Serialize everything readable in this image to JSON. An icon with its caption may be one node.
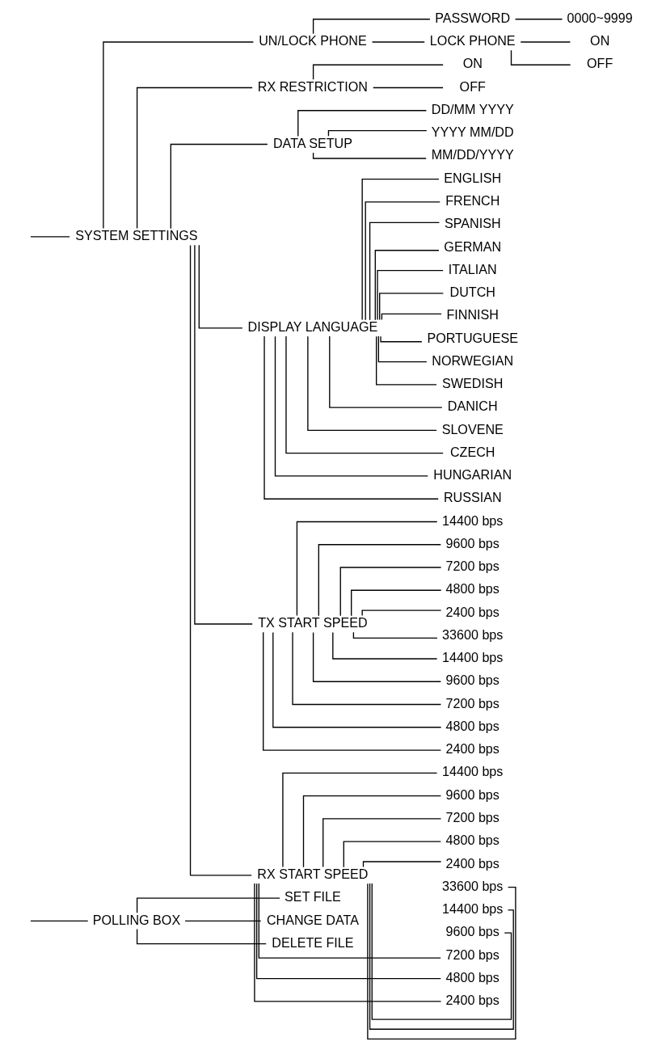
{
  "diagram": {
    "nodes": [
      {
        "text": [
          "POLLING BOX"
        ]
      },
      {
        "text": [
          "SET FILE"
        ]
      },
      {
        "text": [
          "CHANGE DATA"
        ]
      },
      {
        "text": [
          "DELETE FILE"
        ]
      },
      {
        "text": [
          "SYSTEM SETTINGS"
        ]
      },
      {
        "text": [
          "UN/LOCK PHONE"
        ]
      },
      {
        "text": [
          "PASSWORD"
        ]
      },
      {
        "text": [
          "0000~9999"
        ]
      },
      {
        "text": [
          "LOCK PHONE"
        ]
      },
      {
        "text": [
          "ON"
        ]
      },
      {
        "text": [
          "OFF"
        ]
      },
      {
        "text": [
          "RX RESTRICTION"
        ]
      },
      {
        "text": [
          "ON"
        ]
      },
      {
        "text": [
          "OFF"
        ]
      },
      {
        "text": [
          "DATA SETUP"
        ]
      },
      {
        "text": [
          "DD/MM YYYY"
        ]
      },
      {
        "text": [
          "YYYY MM/DD"
        ]
      },
      {
        "text": [
          "MM/DD/YYYY"
        ]
      },
      {
        "text": [
          "DISPLAY LANGUAGE"
        ]
      },
      {
        "text": [
          "ENGLISH"
        ]
      },
      {
        "text": [
          "FRENCH"
        ]
      },
      {
        "text": [
          "SPANISH"
        ]
      },
      {
        "text": [
          "GERMAN"
        ]
      },
      {
        "text": [
          "ITALIAN"
        ]
      },
      {
        "text": [
          "DUTCH"
        ]
      },
      {
        "text": [
          "FINNISH"
        ]
      },
      {
        "text": [
          "PORTUGUESE"
        ]
      },
      {
        "text": [
          "NORWEGIAN"
        ]
      },
      {
        "text": [
          "SWEDISH"
        ]
      },
      {
        "text": [
          "DANICH"
        ]
      },
      {
        "text": [
          "SLOVENE"
        ]
      },
      {
        "text": [
          "CZECH"
        ]
      },
      {
        "text": [
          "HUNGARIAN"
        ]
      },
      {
        "text": [
          "RUSSIAN"
        ]
      },
      {
        "text": [
          "TX START SPEED"
        ]
      },
      {
        "text": [
          "14400 bps"
        ]
      },
      {
        "text": [
          "9600 bps"
        ]
      },
      {
        "text": [
          "7200 bps"
        ]
      },
      {
        "text": [
          "4800 bps"
        ]
      },
      {
        "text": [
          "2400 bps"
        ]
      },
      {
        "text": [
          "33600 bps"
        ]
      },
      {
        "text": [
          "14400 bps"
        ]
      },
      {
        "text": [
          "9600 bps"
        ]
      },
      {
        "text": [
          "7200 bps"
        ]
      },
      {
        "text": [
          "4800 bps"
        ]
      },
      {
        "text": [
          "2400 bps"
        ]
      },
      {
        "text": [
          "RX START SPEED"
        ]
      },
      {
        "text": [
          "14400 bps"
        ]
      },
      {
        "text": [
          "9600 bps"
        ]
      },
      {
        "text": [
          "7200 bps"
        ]
      },
      {
        "text": [
          "4800 bps"
        ]
      },
      {
        "text": [
          "2400 bps"
        ]
      },
      {
        "text": [
          "33600 bps"
        ]
      },
      {
        "text": [
          "14400 bps"
        ]
      },
      {
        "text": [
          "9600 bps"
        ]
      },
      {
        "text": [
          "7200 bps"
        ]
      },
      {
        "text": [
          "4800 bps"
        ]
      },
      {
        "text": [
          "2400 bps"
        ]
      }
    ],
    "edges": [
      {
        "from": null,
        "to": 0,
        "arrow": "none"
      },
      {
        "from": 0,
        "to": 1,
        "arrow": "none"
      },
      {
        "from": 0,
        "to": 2,
        "arrow": "none"
      },
      {
        "from": 0,
        "to": 3,
        "arrow": "none"
      },
      {
        "from": null,
        "to": 4,
        "arrow": "none"
      },
      {
        "from": 4,
        "to": 5,
        "arrow": "none"
      },
      {
        "from": 5,
        "to": 6,
        "arrow": "none"
      },
      {
        "from": 6,
        "to": 7,
        "arrow": "none"
      },
      {
        "from": 5,
        "to": 8,
        "arrow": "none"
      },
      {
        "from": 8,
        "to": 9,
        "arrow": "none"
      },
      {
        "from": 8,
        "to": 10,
        "arrow": "none"
      },
      {
        "from": 4,
        "to": 11,
        "arrow": "none"
      },
      {
        "from": 11,
        "to": 12,
        "arrow": "none"
      },
      {
        "from": 11,
        "to": 13,
        "arrow": "none"
      },
      {
        "from": 4,
        "to": 14,
        "arrow": "none"
      },
      {
        "from": 14,
        "to": 15,
        "arrow": "none"
      },
      {
        "from": 14,
        "to": 16,
        "arrow": "none"
      },
      {
        "from": 14,
        "to": 17,
        "arrow": "none"
      },
      {
        "from": 4,
        "to": 18,
        "arrow": "none"
      },
      {
        "from": 18,
        "to": 19,
        "arrow": "none"
      },
      {
        "from": 18,
        "to": 20,
        "arrow": "none"
      },
      {
        "from": 18,
        "to": 21,
        "arrow": "none"
      },
      {
        "from": 18,
        "to": 22,
        "arrow": "none"
      },
      {
        "from": 18,
        "to": 23,
        "arrow": "none"
      },
      {
        "from": 18,
        "to": 24,
        "arrow": "none"
      },
      {
        "from": 18,
        "to": 25,
        "arrow": "none"
      },
      {
        "from": 18,
        "to": 26,
        "arrow": "none"
      },
      {
        "from": 18,
        "to": 27,
        "arrow": "none"
      },
      {
        "from": 18,
        "to": 28,
        "arrow": "none"
      },
      {
        "from": 18,
        "to": 29,
        "arrow": "none"
      },
      {
        "from": 18,
        "to": 30,
        "arrow": "none"
      },
      {
        "from": 18,
        "to": 31,
        "arrow": "none"
      },
      {
        "from": 18,
        "to": 32,
        "arrow": "none"
      },
      {
        "from": 18,
        "to": 33,
        "arrow": "none"
      },
      {
        "from": 4,
        "to": 34,
        "arrow": "none"
      },
      {
        "from": 34,
        "to": 35,
        "arrow": "none"
      },
      {
        "from": 34,
        "to": 36,
        "arrow": "none"
      },
      {
        "from": 34,
        "to": 37,
        "arrow": "none"
      },
      {
        "from": 34,
        "to": 38,
        "arrow": "none"
      },
      {
        "from": 34,
        "to": 39,
        "arrow": "none"
      },
      {
        "from": 34,
        "to": 40,
        "arrow": "none"
      },
      {
        "from": 34,
        "to": 41,
        "arrow": "none"
      },
      {
        "from": 34,
        "to": 42,
        "arrow": "none"
      },
      {
        "from": 34,
        "to": 43,
        "arrow": "none"
      },
      {
        "from": 34,
        "to": 44,
        "arrow": "none"
      },
      {
        "from": 34,
        "to": 45,
        "arrow": "none"
      },
      {
        "from": 4,
        "to": 46,
        "arrow": "none"
      },
      {
        "from": 46,
        "to": 47,
        "arrow": "none"
      },
      {
        "from": 46,
        "to": 48,
        "arrow": "none"
      },
      {
        "from": 46,
        "to": 49,
        "arrow": "none"
      },
      {
        "from": 46,
        "to": 50,
        "arrow": "none"
      },
      {
        "from": 46,
        "to": 51,
        "arrow": "none"
      },
      {
        "from": 46,
        "to": 52,
        "arrow": "none"
      },
      {
        "from": 46,
        "to": 53,
        "arrow": "none"
      },
      {
        "from": 46,
        "to": 54,
        "arrow": "none"
      },
      {
        "from": 46,
        "to": 55,
        "arrow": "none"
      },
      {
        "from": 46,
        "to": 56,
        "arrow": "none"
      },
      {
        "from": 46,
        "to": 57,
        "arrow": "none"
      }
    ]
  }
}
